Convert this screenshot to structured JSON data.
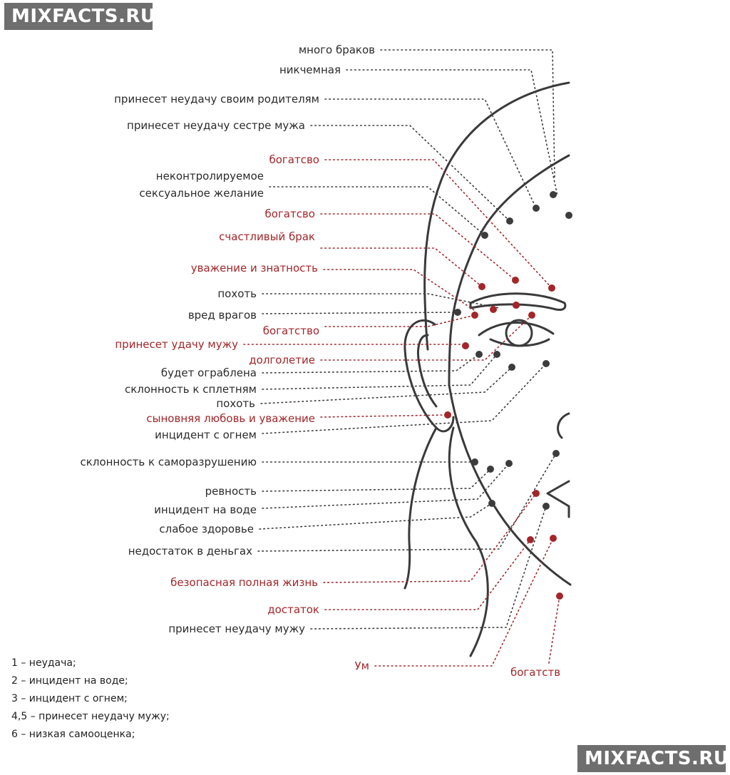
{
  "watermark": "MIXFACTS.RU",
  "colors": {
    "good": "#a3262a",
    "bad": "#3c3c3c",
    "outline": "#3a3a3a"
  },
  "labels": [
    {
      "text": "много браков",
      "tone": "bad"
    },
    {
      "text": "никчемная",
      "tone": "bad"
    },
    {
      "text": "принесет неудачу своим родителям",
      "tone": "bad"
    },
    {
      "text": "принесет неудачу сестре мужа",
      "tone": "bad"
    },
    {
      "text": "богатсво",
      "tone": "good"
    },
    {
      "text": "неконтролируемое",
      "tone": "bad"
    },
    {
      "text": "сексуальное желание",
      "tone": "bad"
    },
    {
      "text": "богатсво",
      "tone": "good"
    },
    {
      "text": "счастливый брак",
      "tone": "good"
    },
    {
      "text": "уважение и знатность",
      "tone": "good"
    },
    {
      "text": "похоть",
      "tone": "bad"
    },
    {
      "text": "вред врагов",
      "tone": "bad"
    },
    {
      "text": "богатство",
      "tone": "good"
    },
    {
      "text": "принесет удачу мужу",
      "tone": "good"
    },
    {
      "text": "долголетие",
      "tone": "good"
    },
    {
      "text": "будет ограблена",
      "tone": "bad"
    },
    {
      "text": "склонность к сплетням",
      "tone": "bad"
    },
    {
      "text": "похоть",
      "tone": "bad"
    },
    {
      "text": "сыновняя любовь и уважение",
      "tone": "good"
    },
    {
      "text": "инцидент с огнем",
      "tone": "bad"
    },
    {
      "text": "склонность к саморазрушению",
      "tone": "bad"
    },
    {
      "text": "ревность",
      "tone": "bad"
    },
    {
      "text": "инцидент на воде",
      "tone": "bad"
    },
    {
      "text": "слабое здоровье",
      "tone": "bad"
    },
    {
      "text": "недостаток в деньгах",
      "tone": "bad"
    },
    {
      "text": "безопасная полная жизнь",
      "tone": "good"
    },
    {
      "text": "достаток",
      "tone": "good"
    },
    {
      "text": "принесет неудачу мужу",
      "tone": "bad"
    },
    {
      "text": "Ум",
      "tone": "good"
    },
    {
      "text": "богатств",
      "tone": "good"
    }
  ],
  "legend": [
    "1 – неудача;",
    "2 – инцидент на воде;",
    "3 – инцидент с огнем;",
    "4,5 – принесет неудачу мужу;",
    "6 – низкая самооценка;"
  ]
}
